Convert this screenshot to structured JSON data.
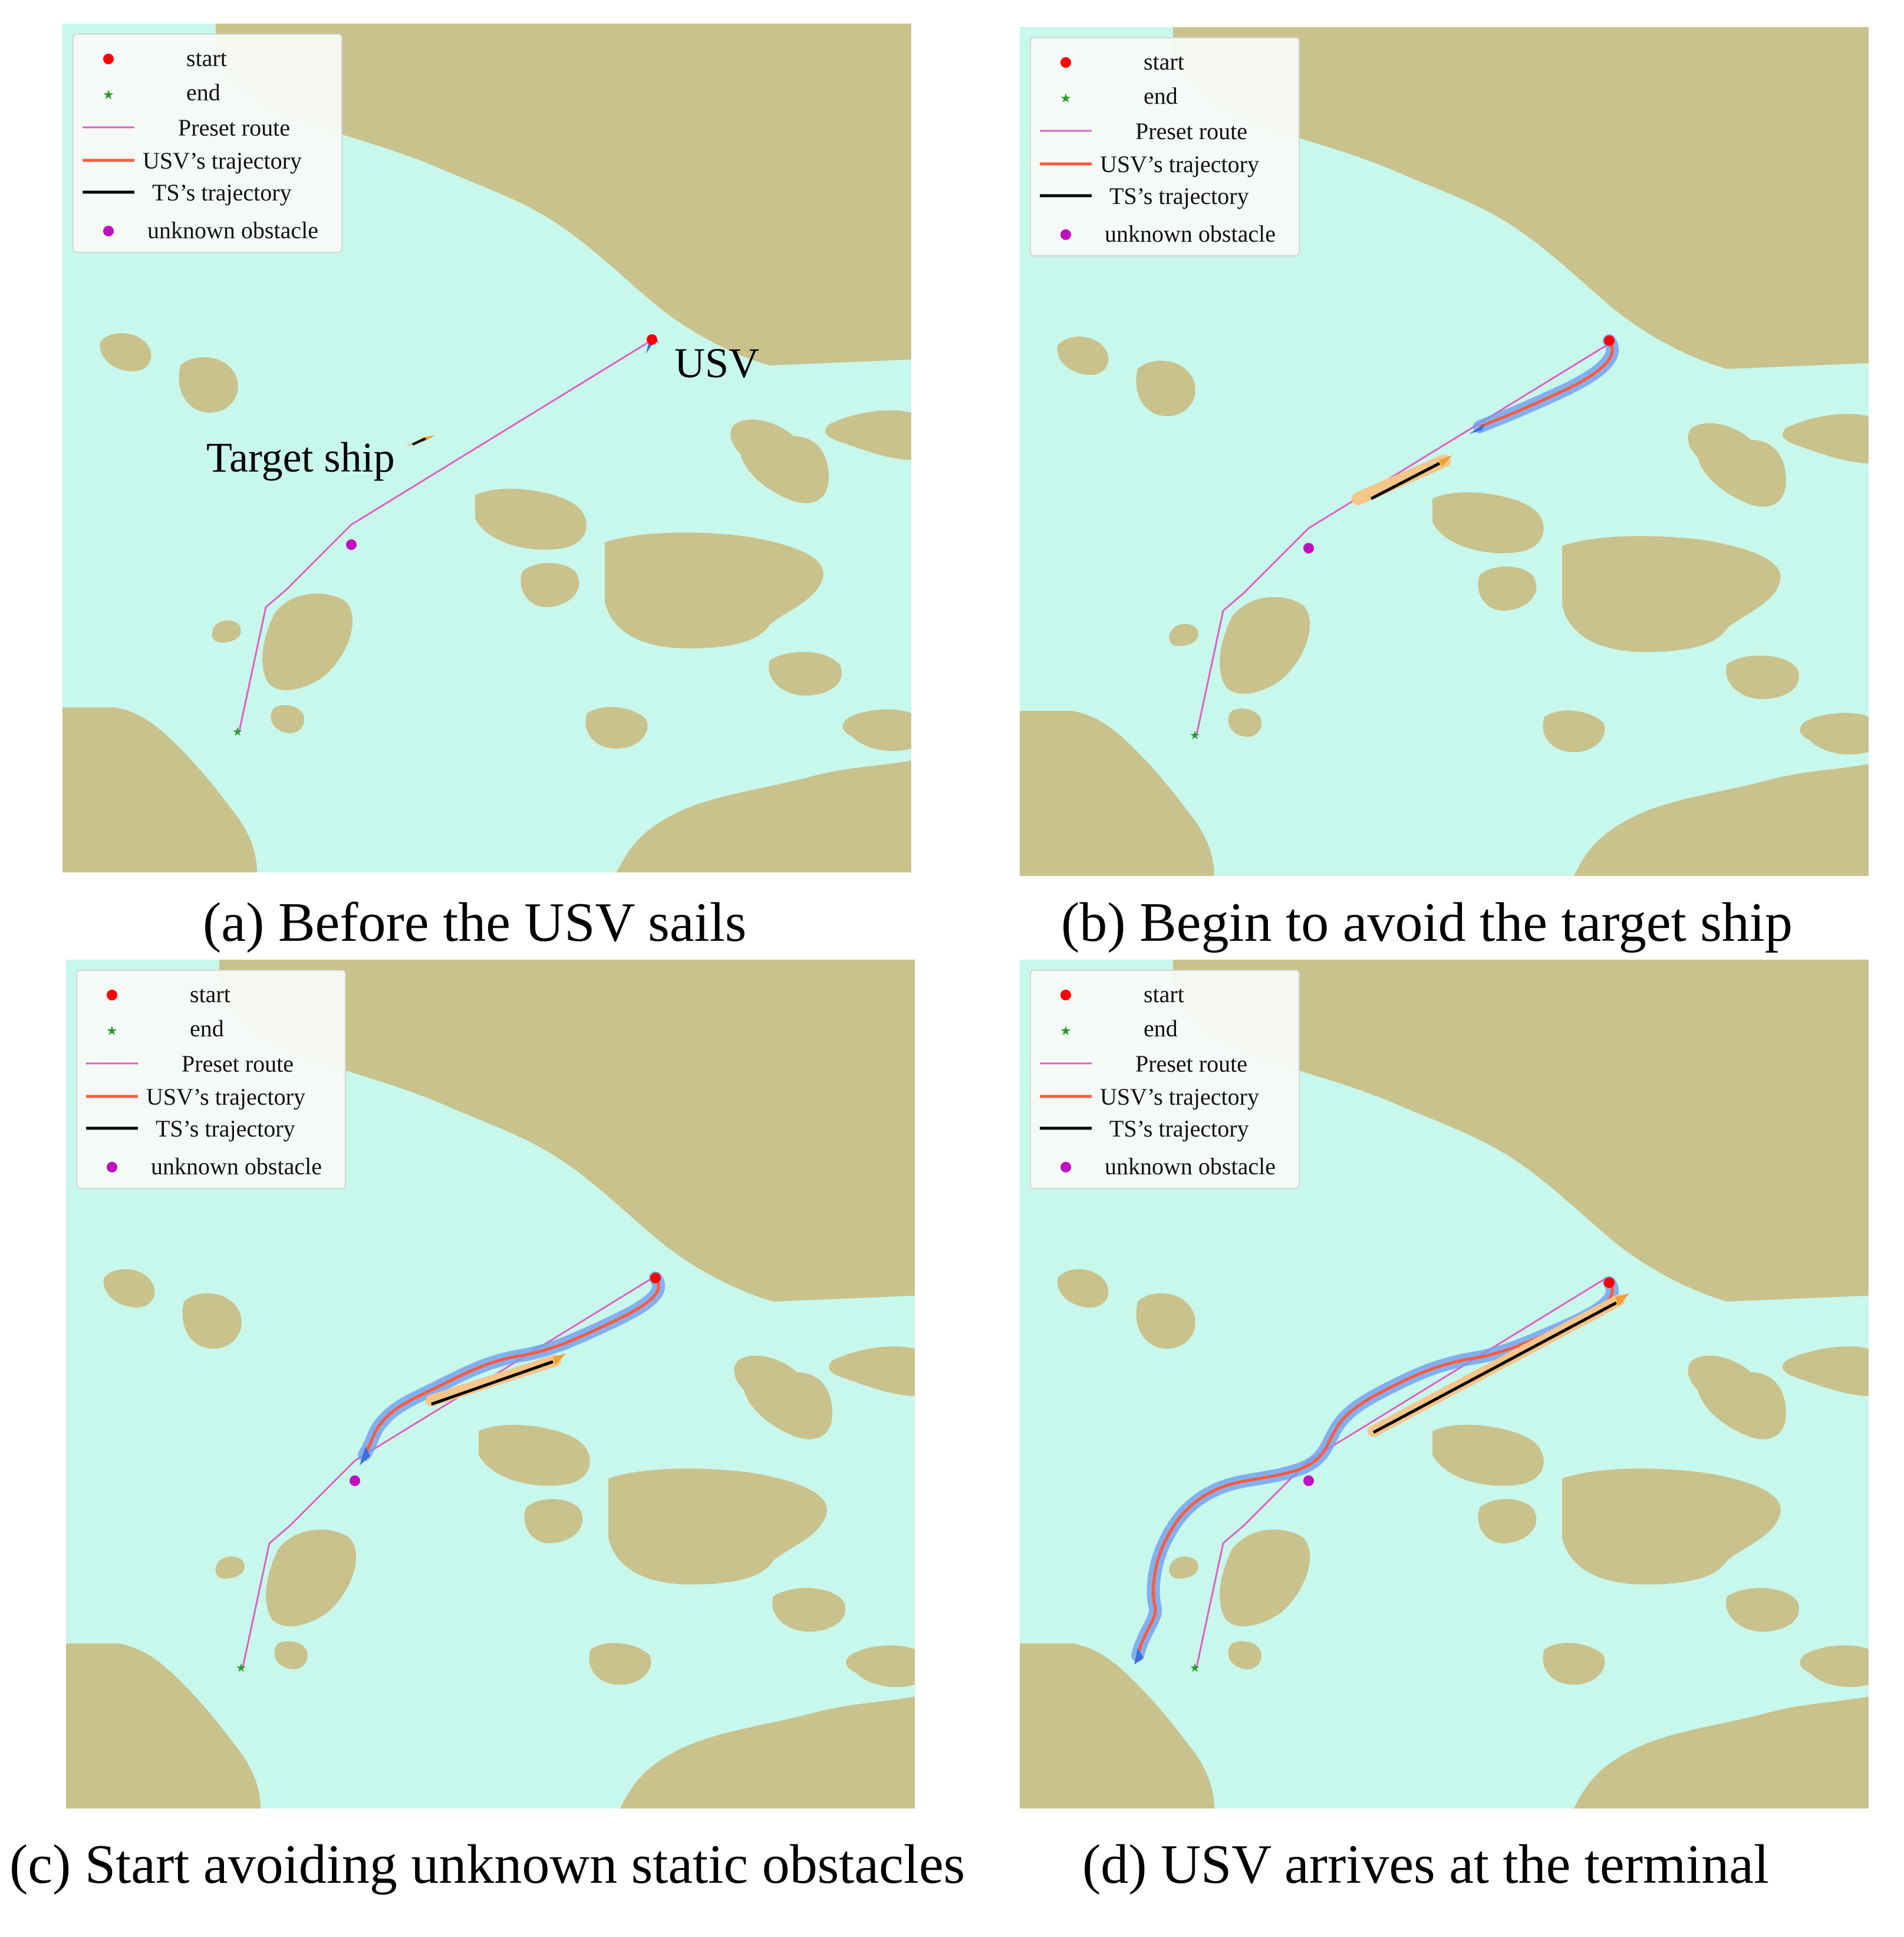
{
  "legend": {
    "start": "start",
    "end": "end",
    "preset_route": "Preset route",
    "usv_trajectory": "USV’s trajectory",
    "ts_trajectory": "TS’s trajectory",
    "unknown_obstacle": "unknown obstacle"
  },
  "annotations": {
    "usv": "USV",
    "target_ship": "Target  ship"
  },
  "captions": {
    "a": "(a) Before the USV sails",
    "b": "(b) Begin to avoid the target ship",
    "c": "(c) Start avoiding unknown static obstacles",
    "d": "(d) USV arrives at the terminal"
  },
  "colors": {
    "water": "#c8f7ec",
    "land": "#c9c28c",
    "preset_route": "#e060c0",
    "usv_trajectory": "#ff5a3c",
    "ts_trajectory": "#000000",
    "start_marker": "#ff0000",
    "end_marker": "#2a9a2a",
    "obstacle_marker": "#c010c0",
    "usv_hull": "#3b6fe0",
    "target_ship_hull": "#f0a030"
  }
}
